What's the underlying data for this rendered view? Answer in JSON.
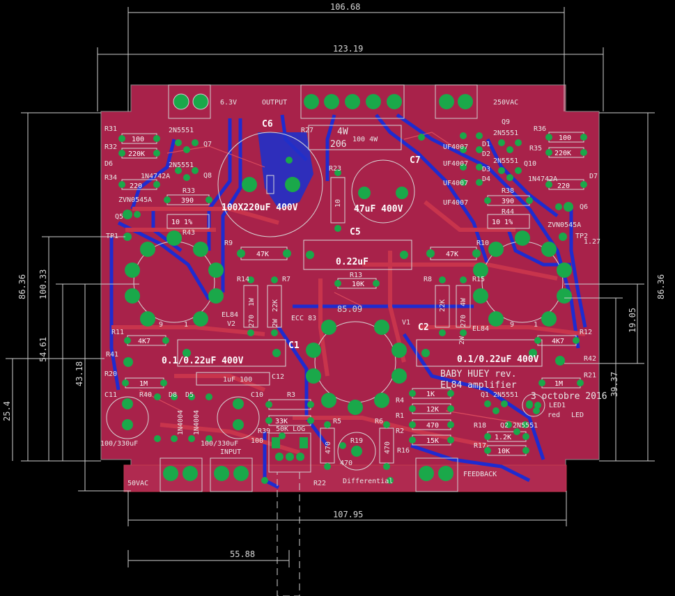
{
  "dimensions": {
    "top_width": "106.68",
    "board_width": "123.19",
    "bottom_width": "107.95",
    "input_offset": "55.88",
    "left_height": "86.36",
    "right_height": "86.36",
    "left_2": "100.33",
    "left_3": "54.61",
    "left_4": "43.18",
    "left_5": "25.4",
    "right_2": "19.05",
    "right_3": "39.37",
    "center": "85.09",
    "tp2": "1.27"
  },
  "connectors": {
    "heater": "6.3V",
    "output": "OUTPUT",
    "hv": "250VAC",
    "lv": "50VAC",
    "input": "INPUT",
    "feedback": "FEEDBACK"
  },
  "title": {
    "line1": "BABY HUEY rev.",
    "line2": "EL84 amplifier",
    "date": "3 octobre 2016",
    "led_color": "red",
    "led_label": "LED"
  },
  "parts": {
    "C6": "C6",
    "C6v": "100X220uF 400V",
    "C7": "C7",
    "C7v": "47uF 400V",
    "C5": "C5",
    "C5v": "0.22uF",
    "C1": "C1",
    "C1v": "0.1/0.22uF 400V",
    "C2": "C2",
    "C2v": "0.1/0.22uF 400V",
    "C12": "C12",
    "C12v": "1uF 100",
    "C10": "C10",
    "C11": "C11",
    "C11v": "100/330uF",
    "C28v": "100/330uF",
    "R27": "R27",
    "R27v": "4W",
    "R27b": "206",
    "R27c": "100 4W",
    "R31": "R31",
    "R31v": "100",
    "R32": "R32",
    "R32v": "220K",
    "R34": "R34",
    "R34v": "220",
    "R33": "R33",
    "R33v": "390",
    "R43": "R43",
    "R43v": "10 1%",
    "R9": "R9",
    "R9v": "47K",
    "R10": "R10",
    "R10v": "47K",
    "R13": "R13",
    "R13v": "10K",
    "R14": "R14",
    "R7": "R7",
    "R8": "R8",
    "R15": "R15",
    "R23": "R23",
    "R36": "R36",
    "R36v": "100",
    "R35": "R35",
    "R35v": "220K",
    "R37v": "220",
    "R38": "R38",
    "R38v": "390",
    "R44": "R44",
    "R44v": "10 1%",
    "R11": "R11",
    "R11v": "4K7",
    "R12": "R12",
    "R12v": "4K7",
    "R41": "R41",
    "R42": "R42",
    "R20": "R20",
    "R20v": "1M",
    "R21": "R21",
    "R21v": "1M",
    "R40": "R40",
    "R3": "R3",
    "R39": "R39",
    "R39v": "33K",
    "R39b": "50K LOG",
    "R39c": "100",
    "R5": "R5",
    "R19": "R19",
    "R6": "R6",
    "R22": "R22",
    "R4": "R4",
    "R4v": "1K",
    "R1": "R1",
    "R1v": "12K",
    "R2": "R2",
    "R2v": "470",
    "R16": "R16",
    "R16v": "15K",
    "R18": "R18",
    "R18v": "1.2K",
    "R17": "R17",
    "R17v": "10K",
    "R19v": "470",
    "diff": "Differential",
    "Q1": "Q1",
    "Q1v": "2N5551",
    "Q2": "Q2",
    "Q2v": "2N5551",
    "Q5": "Q5",
    "Q5v": "ZVN0545A",
    "Q6": "Q6",
    "Q6v": "ZVN0545A",
    "Q7": "Q7",
    "Q7v": "2N5551",
    "Q8": "Q8",
    "Q8v": "2N5551",
    "Q9": "Q9",
    "Q9v": "2N5551",
    "Q10": "Q10",
    "Q10v": "2N5551",
    "D1": "D1",
    "D2": "D2",
    "D3": "D3",
    "D4": "D4",
    "Dv": "UF4007",
    "D5": "D5",
    "D6": "D6",
    "D7": "D7",
    "D8": "D8",
    "Dzv": "1N4742A",
    "D58v": "1N4004",
    "LED1": "LED1",
    "TP1": "TP1",
    "TP2": "TP2",
    "V1": "V1",
    "V2": "V2",
    "V1v": "EL84",
    "V2v": "EL84",
    "V3v": "ECC 83",
    "pin9": "9",
    "pin1": "1",
    "val_270": "270",
    "val_2W": "2W",
    "val_22K": "22K",
    "val_4W": "4W",
    "val_1W": "1W",
    "val_10": "10",
    "val_470": "470"
  },
  "colors": {
    "board": "#a8224a",
    "top_copper": "#c43a4f",
    "bottom_copper": "#1e2bd0",
    "pad": "#1aa84a",
    "silk": "#d8d8d8",
    "background": "#000000"
  }
}
